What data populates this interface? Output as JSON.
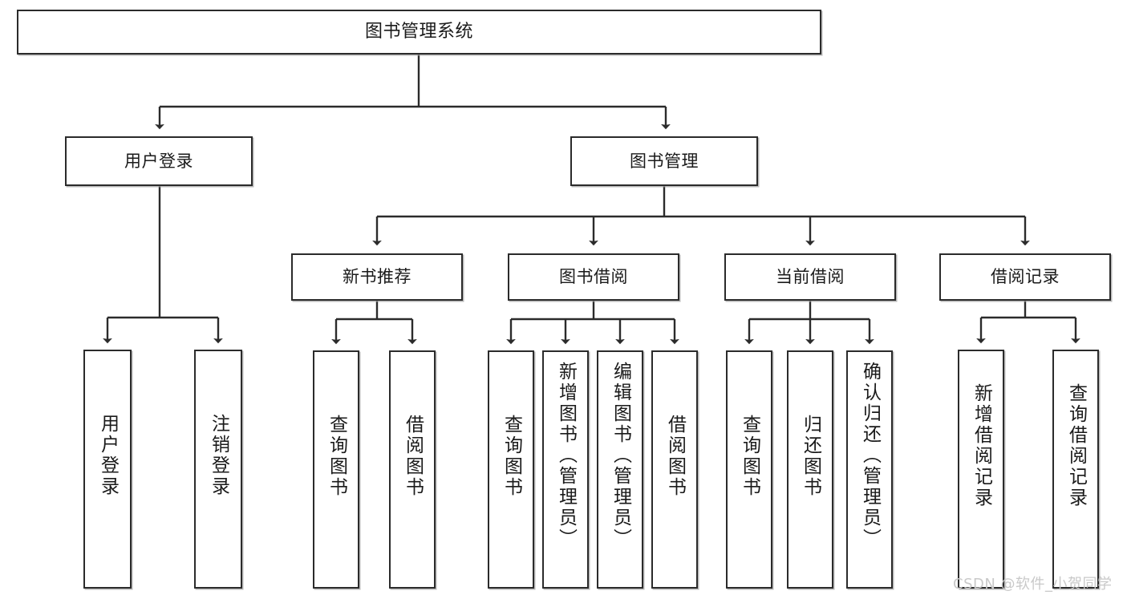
{
  "diagram": {
    "type": "tree-hierarchy-chart",
    "title": "图书管理系统",
    "stroke_color": "#2b2b2b",
    "fill_color": "#ffffff",
    "background": "#ffffff",
    "nodes": {
      "root": {
        "label": "图书管理系统",
        "level": 1
      },
      "l2": [
        {
          "id": "user-login",
          "label": "用户登录",
          "level": 2
        },
        {
          "id": "book-manage",
          "label": "图书管理",
          "level": 2
        }
      ],
      "l3": [
        {
          "id": "new-book-recommend",
          "label": "新书推荐",
          "level": 3,
          "parent": "book-manage"
        },
        {
          "id": "book-borrow",
          "label": "图书借阅",
          "level": 3,
          "parent": "book-manage"
        },
        {
          "id": "current-borrow",
          "label": "当前借阅",
          "level": 3,
          "parent": "book-manage"
        },
        {
          "id": "borrow-record",
          "label": "借阅记录",
          "level": 3,
          "parent": "book-manage"
        }
      ],
      "leaves": [
        {
          "id": "leaf-user-login",
          "label": "用户登录",
          "parent": "user-login"
        },
        {
          "id": "leaf-logout-login",
          "label": "注销登录",
          "parent": "user-login"
        },
        {
          "id": "leaf-query-book-1",
          "label": "查询图书",
          "parent": "new-book-recommend"
        },
        {
          "id": "leaf-borrow-book-1",
          "label": "借阅图书",
          "parent": "new-book-recommend"
        },
        {
          "id": "leaf-query-book-2",
          "label": "查询图书",
          "parent": "book-borrow"
        },
        {
          "id": "leaf-add-book",
          "label": "新增图书（管理员）",
          "parent": "book-borrow"
        },
        {
          "id": "leaf-edit-book",
          "label": "编辑图书（管理员）",
          "parent": "book-borrow"
        },
        {
          "id": "leaf-borrow-book-2",
          "label": "借阅图书",
          "parent": "book-borrow"
        },
        {
          "id": "leaf-query-book-3",
          "label": "查询图书",
          "parent": "current-borrow"
        },
        {
          "id": "leaf-return-book",
          "label": "归还图书",
          "parent": "current-borrow"
        },
        {
          "id": "leaf-confirm-return",
          "label": "确认归还（管理员）",
          "parent": "current-borrow"
        },
        {
          "id": "leaf-add-record",
          "label": "新增借阅记录",
          "parent": "borrow-record"
        },
        {
          "id": "leaf-query-record",
          "label": "查询借阅记录",
          "parent": "borrow-record"
        }
      ]
    },
    "watermark": "CSDN @软件_小贺同学"
  }
}
